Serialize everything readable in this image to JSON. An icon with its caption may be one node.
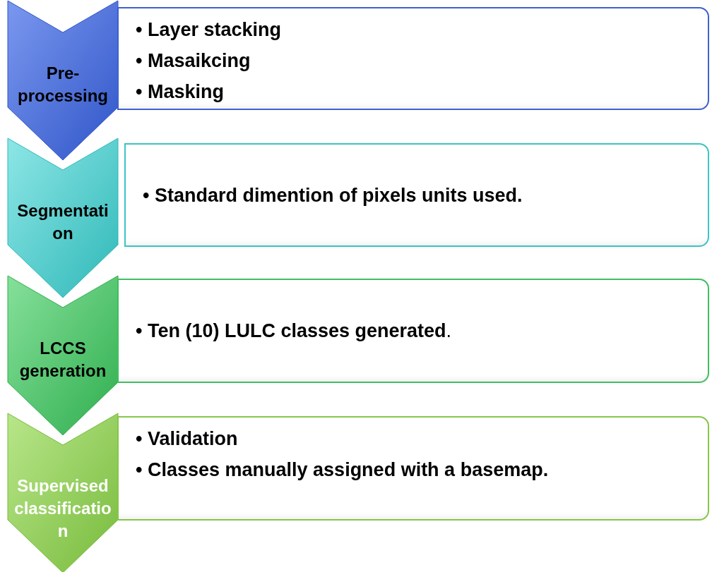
{
  "diagram": {
    "nodes": [
      {
        "text": [
          "Pre- processing"
        ]
      },
      {
        "text": [
          "• Layer stacking",
          "• Masaikcing",
          "• Masking"
        ]
      },
      {
        "text": [
          "Segmentati on"
        ]
      },
      {
        "text": [
          "• Standard dimention of pixels units used."
        ]
      },
      {
        "text": [
          "LCCS generation"
        ]
      },
      {
        "text": [
          "**• Ten (10)  LULC classes generated**."
        ]
      },
      {
        "text": [
          "Supervised classificatio n"
        ]
      },
      {
        "text": [
          "• Validation",
          "• Classes manually assigned with a basemap."
        ]
      }
    ]
  }
}
